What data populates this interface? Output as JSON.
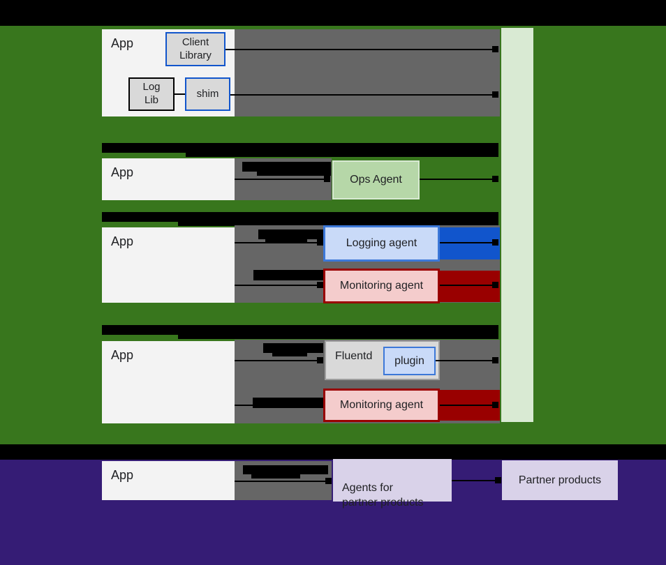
{
  "colors": {
    "background": "#000000",
    "gcp_green": "#38761d",
    "light_green": "#d9ead3",
    "agent_green_fill": "#b6d7a8",
    "panel_gray": "#666666",
    "box_gray": "#d9d9d9",
    "box_light": "#f3f3f3",
    "blue": "#1155cc",
    "blue_border": "#3c78d8",
    "blue_fill": "#c9daf8",
    "red_dark": "#990000",
    "red_fill": "#f4cccc",
    "purple": "#351c75",
    "lavender": "#d9d2e9",
    "text": "#202124"
  },
  "rows": {
    "row1": {
      "app": "App",
      "client_library": "Client\nLibrary",
      "log_lib": "Log\nLib",
      "shim": "shim"
    },
    "row2": {
      "app": "App",
      "agent": "Ops Agent"
    },
    "row3": {
      "app": "App",
      "logging_agent": "Logging agent",
      "monitoring_agent": "Monitoring agent"
    },
    "row4": {
      "app": "App",
      "fluentd": "Fluentd",
      "plugin": "plugin",
      "monitoring_agent": "Monitoring agent"
    },
    "partner_row": {
      "app": "App",
      "agents_box": "Agents for\npartner products",
      "partner_products": "Partner products"
    }
  }
}
